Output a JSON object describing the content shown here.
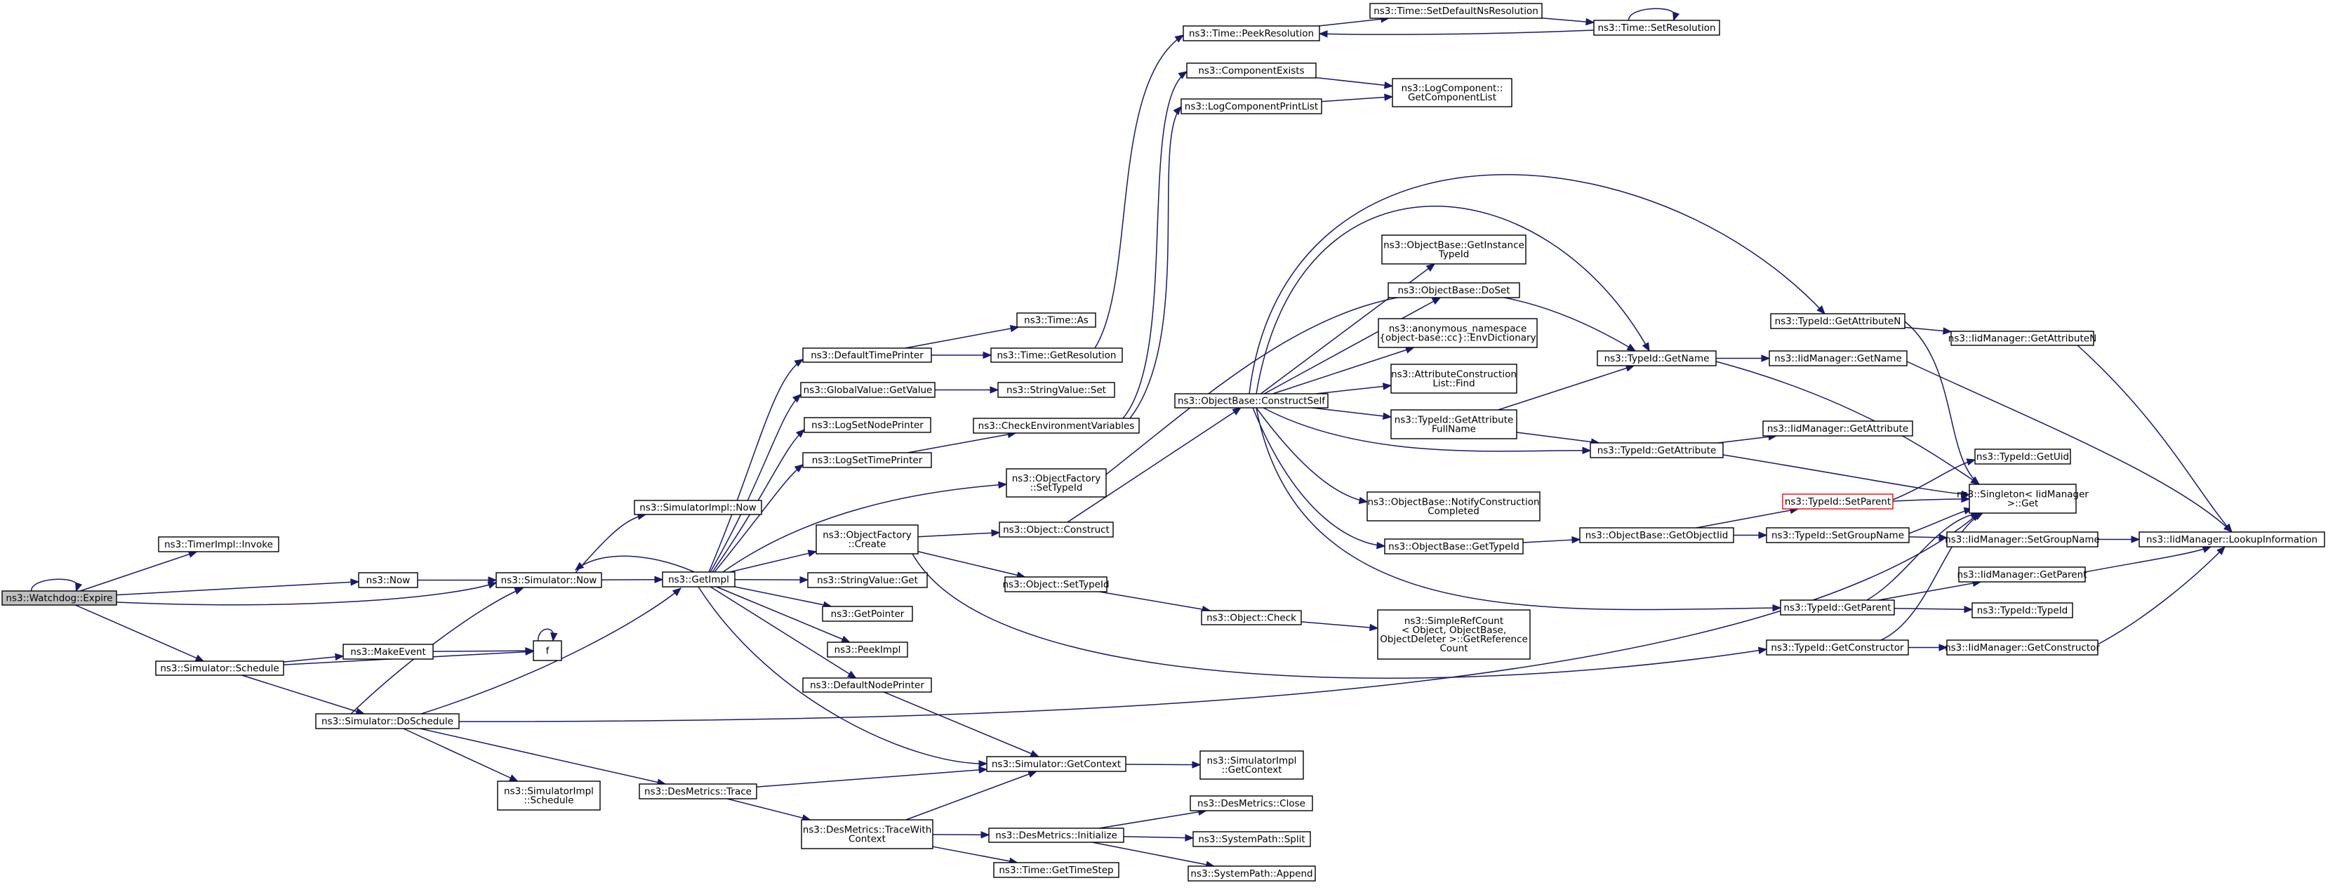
{
  "colors": {
    "edge": "#191970",
    "node_border": "#000000",
    "root_fill": "#bfbfbf",
    "highlight_border": "#ff0000",
    "background": "#ffffff"
  },
  "nodes": [
    {
      "id": "watchdog_expire",
      "label": [
        "ns3::Watchdog::Expire"
      ],
      "kind": "root"
    },
    {
      "id": "timerimpl_invoke",
      "label": [
        "ns3::TimerImpl::Invoke"
      ]
    },
    {
      "id": "now",
      "label": [
        "ns3::Now"
      ]
    },
    {
      "id": "sim_schedule",
      "label": [
        "ns3::Simulator::Schedule"
      ]
    },
    {
      "id": "makeevent",
      "label": [
        "ns3::MakeEvent"
      ]
    },
    {
      "id": "f",
      "label": [
        "f"
      ]
    },
    {
      "id": "sim_doschedule",
      "label": [
        "ns3::Simulator::DoSchedule"
      ]
    },
    {
      "id": "simimpl_now",
      "label": [
        "ns3::SimulatorImpl::Now"
      ]
    },
    {
      "id": "sim_now",
      "label": [
        "ns3::Simulator::Now"
      ]
    },
    {
      "id": "simimpl_schedule",
      "label": [
        "ns3::SimulatorImpl",
        "::Schedule"
      ]
    },
    {
      "id": "desmetrics_trace",
      "label": [
        "ns3::DesMetrics::Trace"
      ]
    },
    {
      "id": "getimpl",
      "label": [
        "ns3::GetImpl"
      ]
    },
    {
      "id": "defaulttimeprinter",
      "label": [
        "ns3::DefaultTimePrinter"
      ]
    },
    {
      "id": "globalvalue_getvalue",
      "label": [
        "ns3::GlobalValue::GetValue"
      ]
    },
    {
      "id": "logsetnodeprinter",
      "label": [
        "ns3::LogSetNodePrinter"
      ]
    },
    {
      "id": "logsettimeprinter",
      "label": [
        "ns3::LogSetTimePrinter"
      ]
    },
    {
      "id": "objectfactory_create",
      "label": [
        "ns3::ObjectFactory",
        "::Create"
      ]
    },
    {
      "id": "stringvalue_get",
      "label": [
        "ns3::StringValue::Get"
      ]
    },
    {
      "id": "getpointer",
      "label": [
        "ns3::GetPointer"
      ]
    },
    {
      "id": "peekimpl",
      "label": [
        "ns3::PeekImpl"
      ]
    },
    {
      "id": "defaultnodeprinter",
      "label": [
        "ns3::DefaultNodePrinter"
      ]
    },
    {
      "id": "desmetrics_tracewithcontext",
      "label": [
        "ns3::DesMetrics::TraceWith",
        "Context"
      ]
    },
    {
      "id": "time_as",
      "label": [
        "ns3::Time::As"
      ]
    },
    {
      "id": "time_getresolution",
      "label": [
        "ns3::Time::GetResolution"
      ]
    },
    {
      "id": "stringvalue_set",
      "label": [
        "ns3::StringValue::Set"
      ]
    },
    {
      "id": "checkenvvars",
      "label": [
        "ns3::CheckEnvironmentVariables"
      ]
    },
    {
      "id": "objectfactory_settypeid",
      "label": [
        "ns3::ObjectFactory",
        "::SetTypeId"
      ]
    },
    {
      "id": "object_construct",
      "label": [
        "ns3::Object::Construct"
      ]
    },
    {
      "id": "object_settypeid",
      "label": [
        "ns3::Object::SetTypeId"
      ]
    },
    {
      "id": "sim_getcontext",
      "label": [
        "ns3::Simulator::GetContext"
      ]
    },
    {
      "id": "desmetrics_initialize",
      "label": [
        "ns3::DesMetrics::Initialize"
      ]
    },
    {
      "id": "time_gettimestep",
      "label": [
        "ns3::Time::GetTimeStep"
      ]
    },
    {
      "id": "time_peekresolution",
      "label": [
        "ns3::Time::PeekResolution"
      ]
    },
    {
      "id": "componentexists",
      "label": [
        "ns3::ComponentExists"
      ]
    },
    {
      "id": "logcomponentprintlist",
      "label": [
        "ns3::LogComponentPrintList"
      ]
    },
    {
      "id": "objectbase_constructself",
      "label": [
        "ns3::ObjectBase::ConstructSelf"
      ]
    },
    {
      "id": "object_check",
      "label": [
        "ns3::Object::Check"
      ]
    },
    {
      "id": "simimpl_getcontext",
      "label": [
        "ns3::SimulatorImpl",
        "::GetContext"
      ]
    },
    {
      "id": "desmetrics_close",
      "label": [
        "ns3::DesMetrics::Close"
      ]
    },
    {
      "id": "systempath_split",
      "label": [
        "ns3::SystemPath::Split"
      ]
    },
    {
      "id": "systempath_append",
      "label": [
        "ns3::SystemPath::Append"
      ]
    },
    {
      "id": "time_setdefaultnsresolution",
      "label": [
        "ns3::Time::SetDefaultNsResolution"
      ]
    },
    {
      "id": "logcomponent_getcomponentlist",
      "label": [
        "ns3::LogComponent::",
        "GetComponentList"
      ]
    },
    {
      "id": "objectbase_getinstancetypeid",
      "label": [
        "ns3::ObjectBase::GetInstance",
        "TypeId"
      ]
    },
    {
      "id": "objectbase_doset",
      "label": [
        "ns3::ObjectBase::DoSet"
      ]
    },
    {
      "id": "anon_envdictionary",
      "label": [
        "ns3::anonymous_namespace",
        "{object-base::cc}::EnvDictionary"
      ]
    },
    {
      "id": "attrconstructionlist_find",
      "label": [
        "ns3::AttributeConstruction",
        "List::Find"
      ]
    },
    {
      "id": "typeid_getattributefullname",
      "label": [
        "ns3::TypeId::GetAttribute",
        "FullName"
      ]
    },
    {
      "id": "objectbase_notifyconstructioncompleted",
      "label": [
        "ns3::ObjectBase::NotifyConstruction",
        "Completed"
      ]
    },
    {
      "id": "objectbase_gettypeid",
      "label": [
        "ns3::ObjectBase::GetTypeId"
      ]
    },
    {
      "id": "simplerefcount_getreferencecount",
      "label": [
        "ns3::SimpleRefCount",
        "< Object, ObjectBase,",
        "ObjectDeleter >::GetReference",
        "Count"
      ]
    },
    {
      "id": "time_setresolution",
      "label": [
        "ns3::Time::SetResolution"
      ]
    },
    {
      "id": "typeid_getname",
      "label": [
        "ns3::TypeId::GetName"
      ]
    },
    {
      "id": "typeid_getattribute",
      "label": [
        "ns3::TypeId::GetAttribute"
      ]
    },
    {
      "id": "objectbase_getobjectiid",
      "label": [
        "ns3::ObjectBase::GetObjectIid"
      ]
    },
    {
      "id": "typeid_getattributen",
      "label": [
        "ns3::TypeId::GetAttributeN"
      ]
    },
    {
      "id": "iidmanager_getname",
      "label": [
        "ns3::IidManager::GetName"
      ]
    },
    {
      "id": "iidmanager_getattribute",
      "label": [
        "ns3::IidManager::GetAttribute"
      ]
    },
    {
      "id": "typeid_setparent",
      "label": [
        "ns3::TypeId::SetParent"
      ],
      "kind": "highlight"
    },
    {
      "id": "typeid_setgroupname",
      "label": [
        "ns3::TypeId::SetGroupName"
      ]
    },
    {
      "id": "typeid_getparent",
      "label": [
        "ns3::TypeId::GetParent"
      ]
    },
    {
      "id": "typeid_getconstructor",
      "label": [
        "ns3::TypeId::GetConstructor"
      ]
    },
    {
      "id": "iidmanager_getattributen",
      "label": [
        "ns3::IidManager::GetAttributeN"
      ]
    },
    {
      "id": "typeid_getuid",
      "label": [
        "ns3::TypeId::GetUid"
      ]
    },
    {
      "id": "singleton_get",
      "label": [
        "ns3::Singleton< IidManager",
        " >::Get"
      ]
    },
    {
      "id": "iidmanager_setgroupname",
      "label": [
        "ns3::IidManager::SetGroupName"
      ]
    },
    {
      "id": "iidmanager_getparent",
      "label": [
        "ns3::IidManager::GetParent"
      ]
    },
    {
      "id": "typeid_typeid",
      "label": [
        "ns3::TypeId::TypeId"
      ]
    },
    {
      "id": "iidmanager_getconstructor",
      "label": [
        "ns3::IidManager::GetConstructor"
      ]
    },
    {
      "id": "iidmanager_lookupinformation",
      "label": [
        "ns3::IidManager::LookupInformation"
      ]
    }
  ],
  "edges": [
    [
      "watchdog_expire",
      "watchdog_expire"
    ],
    [
      "watchdog_expire",
      "timerimpl_invoke"
    ],
    [
      "watchdog_expire",
      "now"
    ],
    [
      "watchdog_expire",
      "sim_now"
    ],
    [
      "watchdog_expire",
      "sim_schedule"
    ],
    [
      "now",
      "sim_now"
    ],
    [
      "sim_schedule",
      "makeevent"
    ],
    [
      "sim_schedule",
      "f"
    ],
    [
      "sim_schedule",
      "sim_doschedule"
    ],
    [
      "makeevent",
      "f"
    ],
    [
      "f",
      "f"
    ],
    [
      "sim_doschedule",
      "sim_now"
    ],
    [
      "sim_doschedule",
      "getimpl"
    ],
    [
      "sim_doschedule",
      "simimpl_schedule"
    ],
    [
      "sim_doschedule",
      "desmetrics_trace"
    ],
    [
      "sim_doschedule",
      "singleton_get"
    ],
    [
      "sim_now",
      "simimpl_now"
    ],
    [
      "sim_now",
      "getimpl"
    ],
    [
      "desmetrics_trace",
      "sim_getcontext"
    ],
    [
      "desmetrics_trace",
      "desmetrics_tracewithcontext"
    ],
    [
      "getimpl",
      "sim_now"
    ],
    [
      "getimpl",
      "defaulttimeprinter"
    ],
    [
      "getimpl",
      "globalvalue_getvalue"
    ],
    [
      "getimpl",
      "logsetnodeprinter"
    ],
    [
      "getimpl",
      "logsettimeprinter"
    ],
    [
      "getimpl",
      "objectfactory_settypeid"
    ],
    [
      "getimpl",
      "objectfactory_create"
    ],
    [
      "getimpl",
      "stringvalue_get"
    ],
    [
      "getimpl",
      "getpointer"
    ],
    [
      "getimpl",
      "peekimpl"
    ],
    [
      "getimpl",
      "defaultnodeprinter"
    ],
    [
      "getimpl",
      "sim_getcontext"
    ],
    [
      "defaulttimeprinter",
      "time_as"
    ],
    [
      "defaulttimeprinter",
      "time_getresolution"
    ],
    [
      "globalvalue_getvalue",
      "stringvalue_set"
    ],
    [
      "logsettimeprinter",
      "checkenvvars"
    ],
    [
      "objectfactory_create",
      "object_construct"
    ],
    [
      "objectfactory_create",
      "object_settypeid"
    ],
    [
      "objectfactory_create",
      "typeid_getconstructor"
    ],
    [
      "defaultnodeprinter",
      "sim_getcontext"
    ],
    [
      "desmetrics_tracewithcontext",
      "sim_getcontext"
    ],
    [
      "desmetrics_tracewithcontext",
      "desmetrics_initialize"
    ],
    [
      "desmetrics_tracewithcontext",
      "time_gettimestep"
    ],
    [
      "time_getresolution",
      "time_peekresolution"
    ],
    [
      "checkenvvars",
      "componentexists"
    ],
    [
      "checkenvvars",
      "logcomponentprintlist"
    ],
    [
      "objectfactory_settypeid",
      "typeid_getname"
    ],
    [
      "object_construct",
      "objectbase_constructself"
    ],
    [
      "object_settypeid",
      "object_check"
    ],
    [
      "sim_getcontext",
      "simimpl_getcontext"
    ],
    [
      "desmetrics_initialize",
      "desmetrics_close"
    ],
    [
      "desmetrics_initialize",
      "systempath_split"
    ],
    [
      "desmetrics_initialize",
      "systempath_append"
    ],
    [
      "time_peekresolution",
      "time_setdefaultnsresolution"
    ],
    [
      "componentexists",
      "logcomponent_getcomponentlist"
    ],
    [
      "logcomponentprintlist",
      "logcomponent_getcomponentlist"
    ],
    [
      "objectbase_constructself",
      "objectbase_getinstancetypeid"
    ],
    [
      "objectbase_constructself",
      "objectbase_doset"
    ],
    [
      "objectbase_constructself",
      "anon_envdictionary"
    ],
    [
      "objectbase_constructself",
      "attrconstructionlist_find"
    ],
    [
      "objectbase_constructself",
      "typeid_getattributefullname"
    ],
    [
      "objectbase_constructself",
      "objectbase_notifyconstructioncompleted"
    ],
    [
      "objectbase_constructself",
      "objectbase_gettypeid"
    ],
    [
      "objectbase_constructself",
      "typeid_getattribute"
    ],
    [
      "objectbase_constructself",
      "typeid_getname"
    ],
    [
      "objectbase_constructself",
      "typeid_getattributen"
    ],
    [
      "objectbase_constructself",
      "typeid_getparent"
    ],
    [
      "object_check",
      "simplerefcount_getreferencecount"
    ],
    [
      "time_setdefaultnsresolution",
      "time_setresolution"
    ],
    [
      "time_setresolution",
      "time_setresolution"
    ],
    [
      "time_setresolution",
      "time_peekresolution"
    ],
    [
      "typeid_getattributefullname",
      "typeid_getname"
    ],
    [
      "typeid_getattributefullname",
      "typeid_getattribute"
    ],
    [
      "objectbase_gettypeid",
      "objectbase_getobjectiid"
    ],
    [
      "typeid_getname",
      "iidmanager_getname"
    ],
    [
      "typeid_getname",
      "singleton_get"
    ],
    [
      "typeid_getattribute",
      "iidmanager_getattribute"
    ],
    [
      "typeid_getattribute",
      "singleton_get"
    ],
    [
      "objectbase_getobjectiid",
      "typeid_setparent"
    ],
    [
      "objectbase_getobjectiid",
      "typeid_setgroupname"
    ],
    [
      "typeid_getattributen",
      "iidmanager_getattributen"
    ],
    [
      "typeid_getattributen",
      "singleton_get"
    ],
    [
      "iidmanager_getname",
      "iidmanager_lookupinformation"
    ],
    [
      "typeid_setparent",
      "typeid_getuid"
    ],
    [
      "typeid_setparent",
      "singleton_get"
    ],
    [
      "typeid_setgroupname",
      "singleton_get"
    ],
    [
      "typeid_setgroupname",
      "iidmanager_setgroupname"
    ],
    [
      "typeid_getparent",
      "singleton_get"
    ],
    [
      "typeid_getparent",
      "iidmanager_getparent"
    ],
    [
      "typeid_getparent",
      "typeid_typeid"
    ],
    [
      "typeid_getconstructor",
      "singleton_get"
    ],
    [
      "typeid_getconstructor",
      "iidmanager_getconstructor"
    ],
    [
      "iidmanager_getattributen",
      "iidmanager_lookupinformation"
    ],
    [
      "iidmanager_setgroupname",
      "iidmanager_lookupinformation"
    ],
    [
      "iidmanager_getparent",
      "iidmanager_lookupinformation"
    ],
    [
      "iidmanager_getconstructor",
      "iidmanager_lookupinformation"
    ]
  ]
}
